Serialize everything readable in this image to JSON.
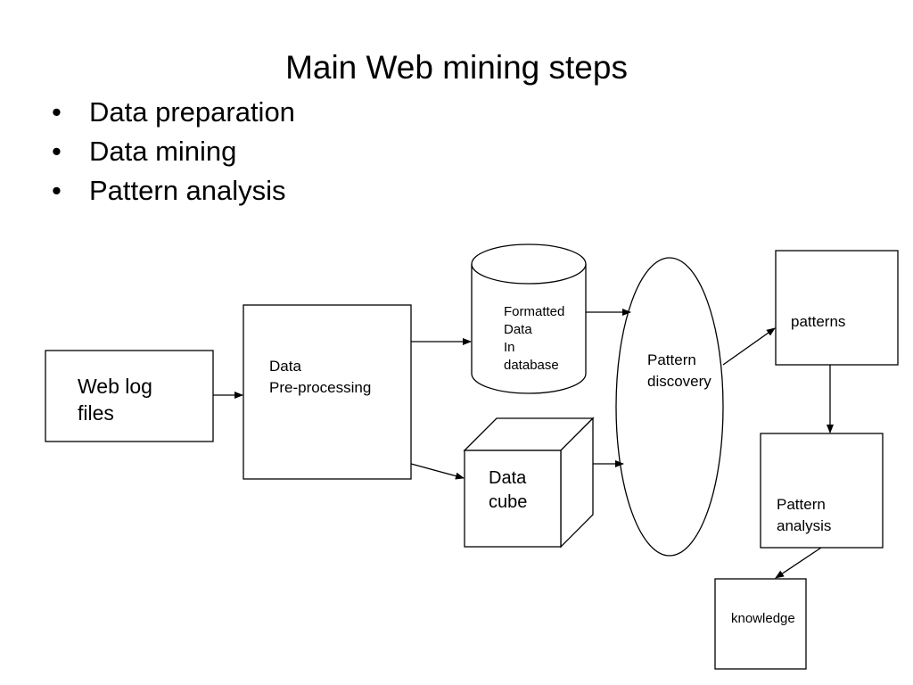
{
  "slide": {
    "title": "Main Web mining steps",
    "bullet_marker": "•",
    "bullets": [
      "Data preparation",
      "Data mining",
      "Pattern analysis"
    ]
  },
  "diagram": {
    "web_log_files": "Web log\nfiles",
    "data_preprocessing": "Data\nPre-processing",
    "formatted_data": "Formatted\nData\nIn\ndatabase",
    "data_cube": "Data\ncube",
    "pattern_discovery": "Pattern\ndiscovery",
    "patterns": "patterns",
    "pattern_analysis": "Pattern\nanalysis",
    "knowledge": "knowledge"
  }
}
